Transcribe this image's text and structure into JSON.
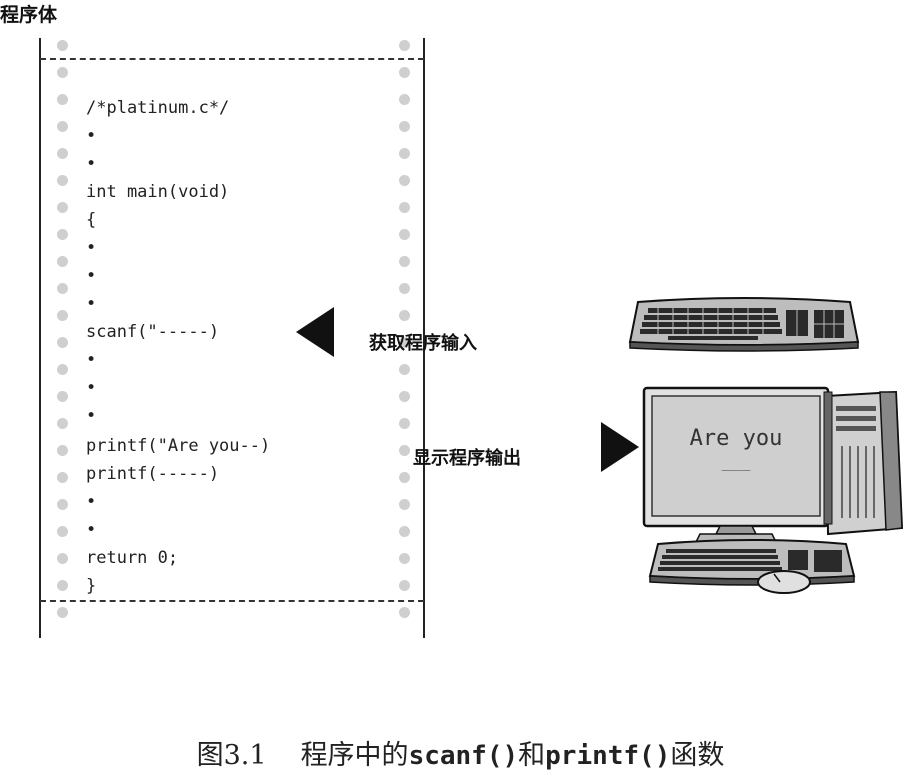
{
  "figure": {
    "paper_title": "程序体",
    "code_lines": [
      "/*platinum.c*/",
      "•",
      "•",
      "int main(void)",
      "{",
      "•",
      "•",
      "•",
      "scanf(\"-----)",
      "•",
      "•",
      "•",
      "printf(\"Are you--)",
      "printf(-----)",
      "•",
      "•",
      "return 0;",
      "}"
    ],
    "input_label": "获取程序输入",
    "output_label": "显示程序输出",
    "screen_text": "Are you",
    "screen_cursor": "___"
  },
  "caption": {
    "prefix": "图3.1",
    "text1": "程序中的",
    "func1": "scanf()",
    "text2": "和",
    "func2": "printf()",
    "text3": "函数"
  }
}
